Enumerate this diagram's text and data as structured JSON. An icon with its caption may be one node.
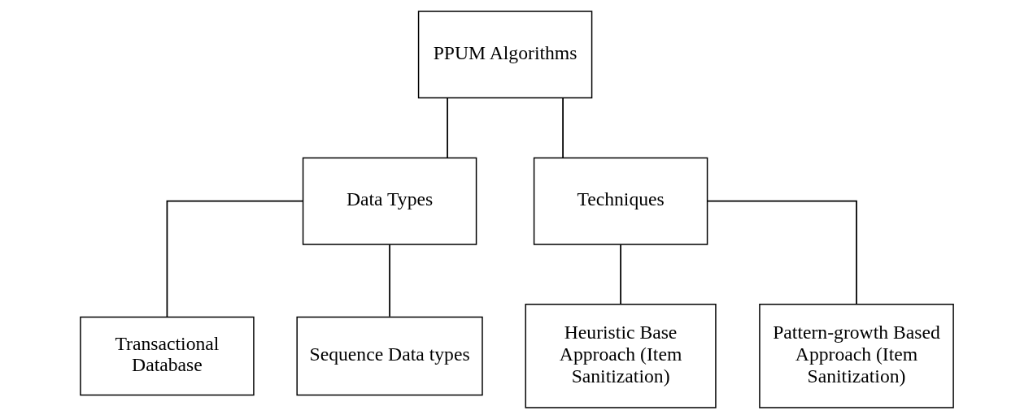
{
  "diagram": {
    "nodes": [
      {
        "text": [
          "PPUM Algorithms"
        ]
      },
      {
        "text": [
          "Data Types"
        ]
      },
      {
        "text": [
          "Techniques"
        ]
      },
      {
        "text": [
          "Transactional Database"
        ]
      },
      {
        "text": [
          "Sequence Data types"
        ]
      },
      {
        "text": [
          "Heuristic Base Approach (Item Sanitization)"
        ]
      },
      {
        "text": [
          "Pattern-growth Based Approach (Item Sanitization)"
        ]
      }
    ],
    "edges": [
      {
        "from": 0,
        "to": 1,
        "arrow": "none"
      },
      {
        "from": 0,
        "to": 2,
        "arrow": "none"
      },
      {
        "from": 1,
        "to": 3,
        "arrow": "none"
      },
      {
        "from": 1,
        "to": 4,
        "arrow": "none"
      },
      {
        "from": 2,
        "to": 5,
        "arrow": "none"
      },
      {
        "from": 2,
        "to": 6,
        "arrow": "none"
      }
    ]
  }
}
